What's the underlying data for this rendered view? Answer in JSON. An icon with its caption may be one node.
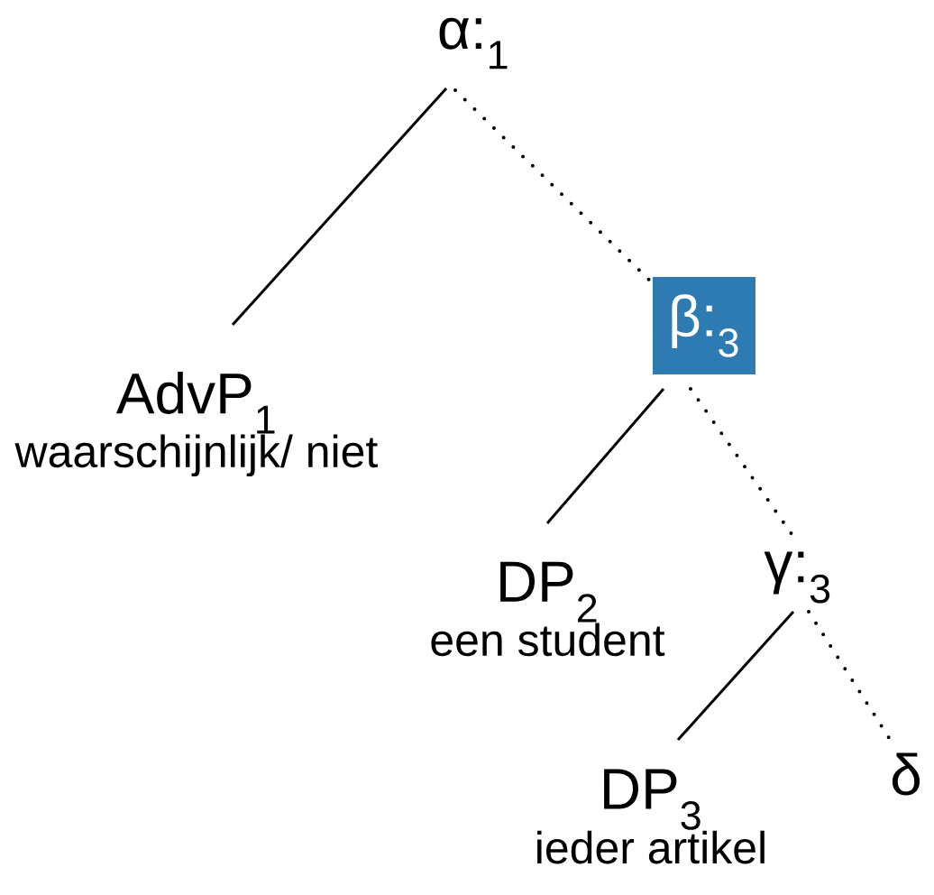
{
  "diagram": {
    "nodes": [
      {
        "text": [
          "α:$_{1}$"
        ]
      },
      {
        "text": [
          "AdvP$_{1}$",
          "waarschijnlijk/ niet"
        ]
      },
      {
        "text": [
          "β:$_{3}$"
        ]
      },
      {
        "text": [
          "DP$_{2}$",
          "een student"
        ]
      },
      {
        "text": [
          "γ:$_{3}$"
        ]
      },
      {
        "text": [
          "DP$_{3}$",
          "ieder artikel"
        ]
      },
      {
        "text": [
          "δ"
        ]
      }
    ],
    "edges": [
      {
        "from": 0,
        "to": 1,
        "arrow": "none"
      },
      {
        "from": 0,
        "to": 2,
        "arrow": "none",
        "style": "dashed"
      },
      {
        "from": 2,
        "to": 3,
        "arrow": "none"
      },
      {
        "from": 2,
        "to": 4,
        "arrow": "none",
        "style": "dashed"
      },
      {
        "from": 4,
        "to": 5,
        "arrow": "none"
      },
      {
        "from": 4,
        "to": 6,
        "arrow": "none",
        "style": "dashed"
      }
    ]
  }
}
